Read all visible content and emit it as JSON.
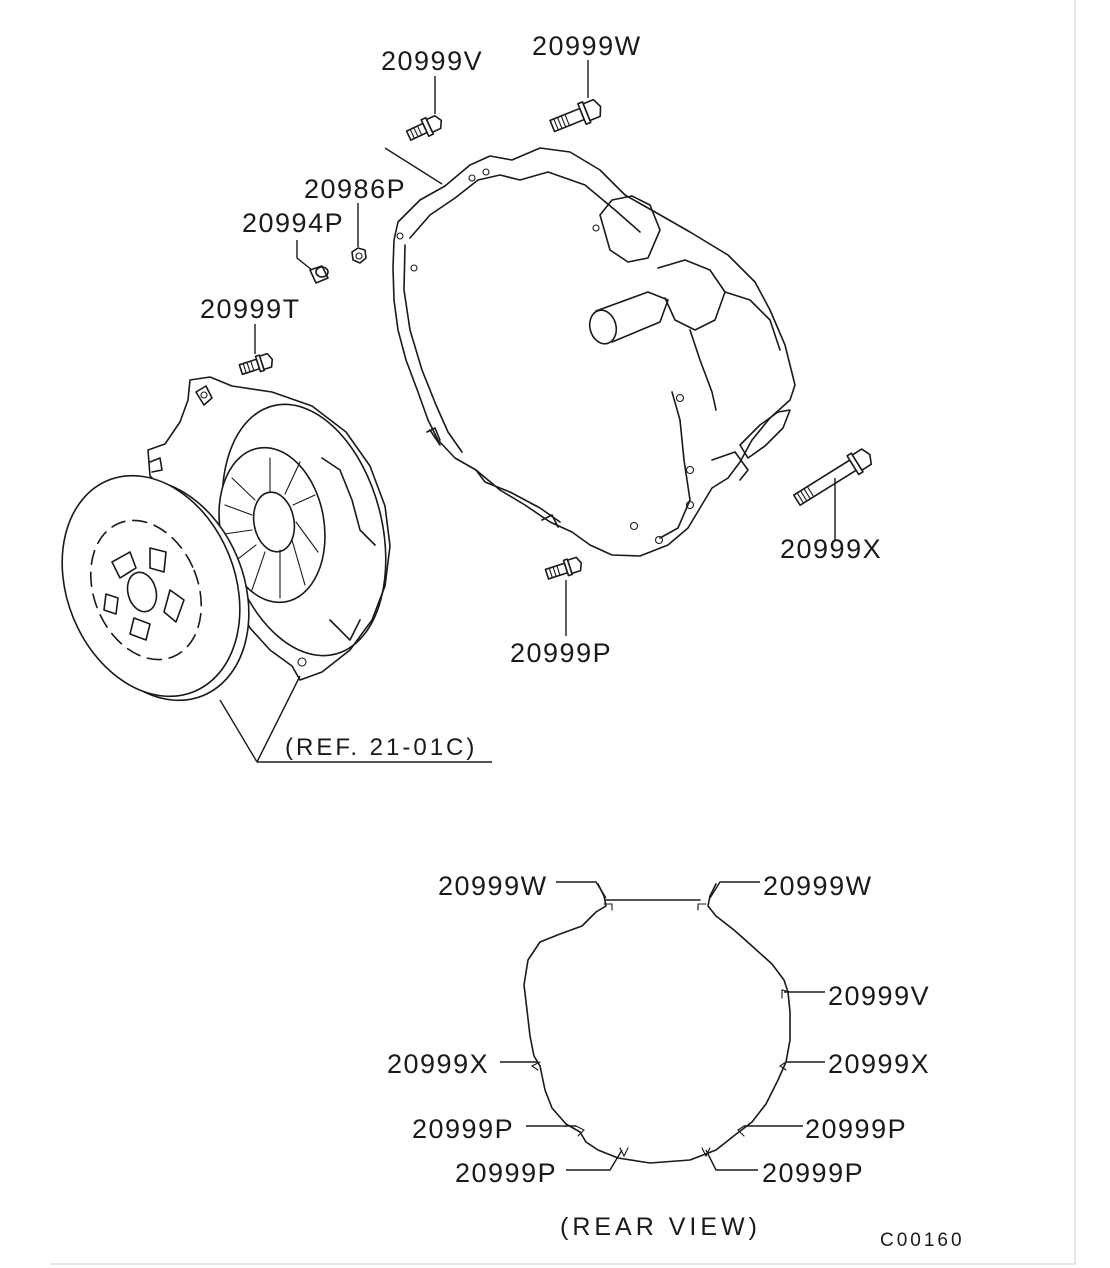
{
  "exploded_view": {
    "callouts": [
      "20999V",
      "20999W",
      "20986P",
      "20994P",
      "20999T",
      "20999X",
      "20999P"
    ],
    "reference": "(REF. 21-01C)"
  },
  "rear_view": {
    "title": "(REAR VIEW)",
    "callouts": [
      "20999W",
      "20999W",
      "20999V",
      "20999X",
      "20999X",
      "20999P",
      "20999P",
      "20999P",
      "20999P"
    ]
  },
  "figure_code": "C00160"
}
